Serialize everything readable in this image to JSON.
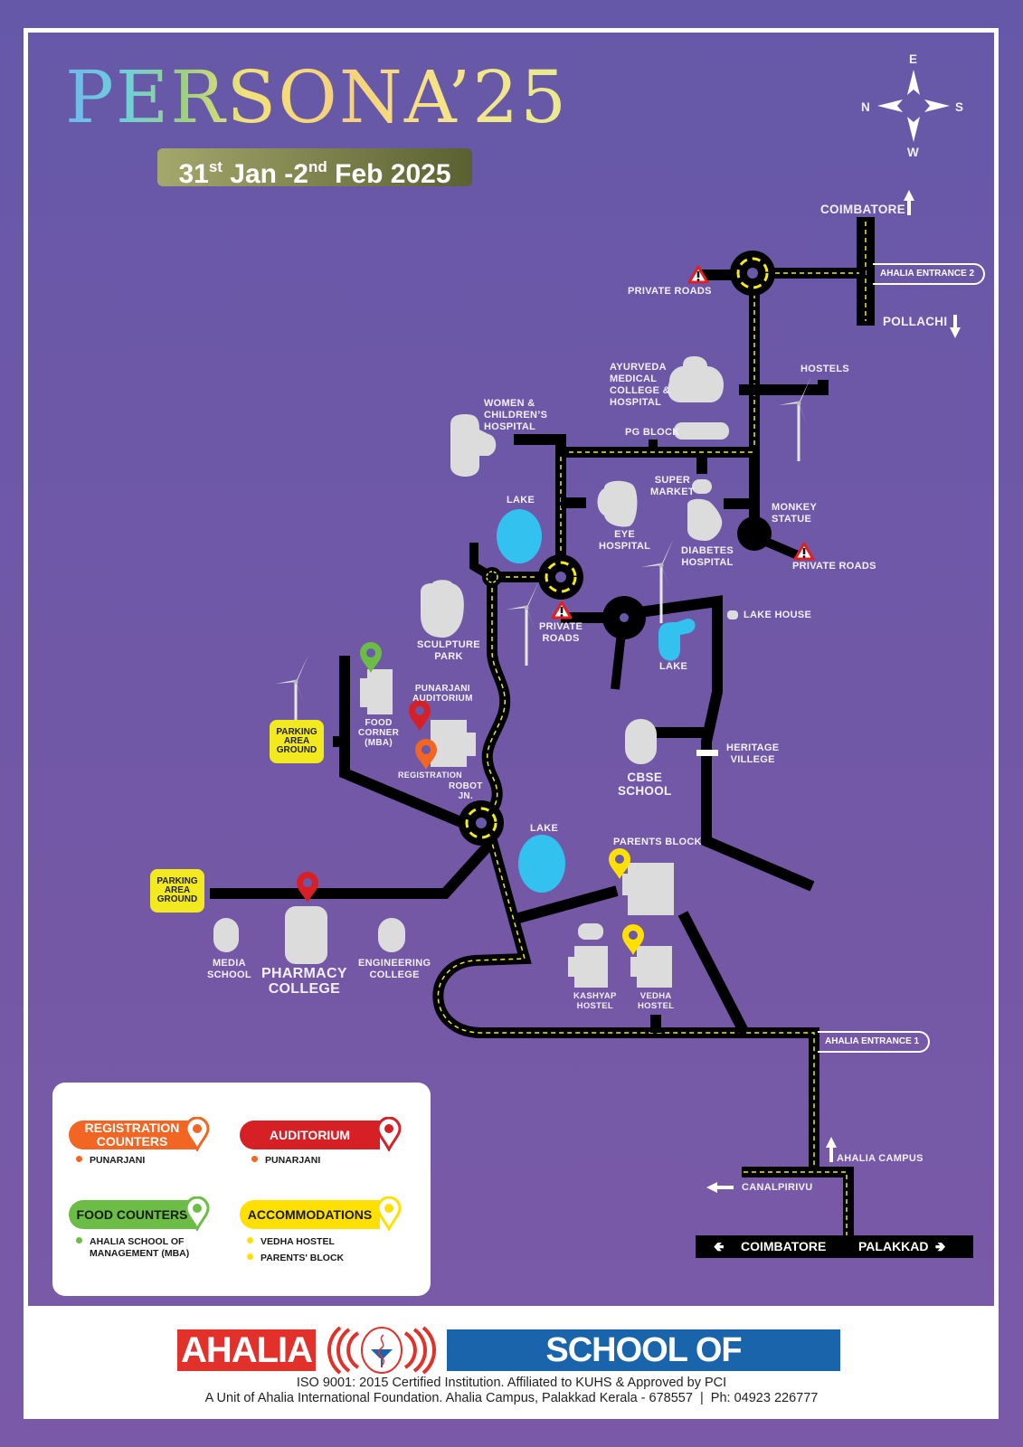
{
  "header": {
    "title": "PERSONA’25",
    "date": {
      "start_day": "31",
      "start_suffix": "st",
      "start_month": "Jan -2",
      "end_suffix": "nd",
      "end_rest": "Feb 2025"
    }
  },
  "compass": {
    "top": "E",
    "left": "N",
    "right": "S",
    "bottom": "W"
  },
  "directions": {
    "coimbatore_top": "COIMBATORE",
    "pollachi": "POLLACHI",
    "entrance2": "AHALIA ENTRANCE 2",
    "entrance1": "AHALIA ENTRANCE 1",
    "ahalia_campus": "AHALIA CAMPUS",
    "canalpirivu": "CANALPIRIVU",
    "bottom_left": "COIMBATORE",
    "bottom_right": "PALAKKAD"
  },
  "places": {
    "private_roads_1": "PRIVATE ROADS",
    "private_roads_2": "PRIVATE ROADS",
    "private_roads_3": "PRIVATE\nROADS",
    "ayurveda": "AYURVEDA\nMEDICAL\nCOLLEGE &\nHOSPITAL",
    "hostels": "HOSTELS",
    "women_children": "WOMEN &\nCHILDREN’S\nHOSPITAL",
    "pg_block": "PG BLOCK",
    "super_market": "SUPER\nMARKET",
    "monkey_statue": "MONKEY\nSTATUE",
    "lake_1": "LAKE",
    "eye_hospital": "EYE\nHOSPITAL",
    "diabetes_hospital": "DIABETES\nHOSPITAL",
    "lake_house": "LAKE HOUSE",
    "lake_2": "LAKE",
    "sculpture_park": "SCULPTURE\nPARK",
    "punarjani_auditorium": "PUNARJANI\nAUDITORIUM",
    "food_corner": "FOOD\nCORNER\n(MBA)",
    "registration": "REGISTRATION",
    "robot_jn": "ROBOT\nJN.",
    "cbse_school": "CBSE\nSCHOOL",
    "heritage_village": "HERITAGE\nVILLEGE",
    "parking_1": "PARKING\nAREA\nGROUND",
    "parking_2": "PARKING\nAREA\nGROUND",
    "lake_3": "LAKE",
    "parents_block": "PARENTS BLOCK",
    "media_school": "MEDIA\nSCHOOL",
    "pharmacy_college": "PHARMACY\nCOLLEGE",
    "engineering_college": "ENGINEERING\nCOLLEGE",
    "kashyap_hostel": "KASHYAP\nHOSTEL",
    "vedha_hostel": "VEDHA\nHOSTEL"
  },
  "legend": {
    "items": [
      {
        "label": "REGISTRATION\nCOUNTERS",
        "color": "#f26522",
        "entries": [
          "PUNARJANI"
        ]
      },
      {
        "label": "AUDITORIUM",
        "color": "#d71f26",
        "entries": [
          "PUNARJANI"
        ]
      },
      {
        "label": "FOOD COUNTERS",
        "color": "#6cbd45",
        "entries": [
          "AHALIA SCHOOL OF\nMANAGEMENT (MBA)"
        ]
      },
      {
        "label": "ACCOMMODATIONS",
        "color": "#ffe000",
        "entries": [
          "VEDHA HOSTEL",
          "PARENTS' BLOCK"
        ]
      }
    ]
  },
  "footer": {
    "brand_left": "AHALIA",
    "brand_right": "SCHOOL OF PHARMACY",
    "line1": "ISO 9001: 2015 Certified Institution. Affiliated to KUHS & Approved by PCI",
    "line2": "A Unit of Ahalia International Foundation. Ahalia Campus, Palakkad Kerala - 678557  |  Ph: 04923 226777"
  },
  "colors": {
    "background": "#6a58a8",
    "road": "#000000",
    "road_marking": "#f2ea1e",
    "building": "#dcdcdc",
    "lake": "#33c2f0",
    "parking": "#f2ea1e"
  }
}
